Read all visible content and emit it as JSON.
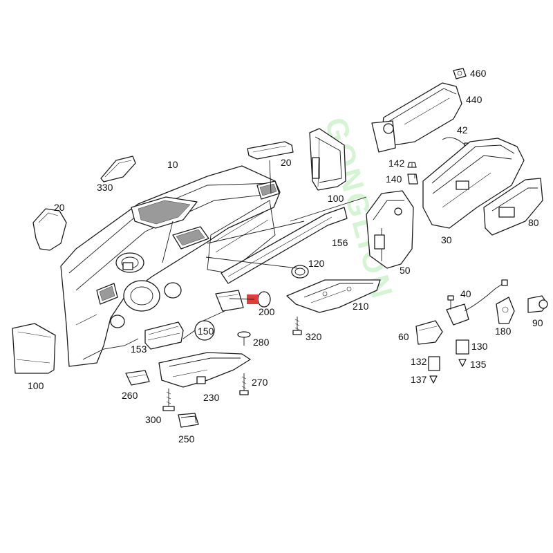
{
  "watermark": "GONGLION",
  "highlight_color": "#e43b3b",
  "callouts": {
    "p460": "460",
    "p440": "440",
    "p42": "42",
    "p142": "142",
    "p140": "140",
    "p80": "80",
    "p30": "30",
    "p50": "50",
    "p100_top": "100",
    "p20_top": "20",
    "p10": "10",
    "p330": "330",
    "p20_left": "20",
    "p156": "156",
    "p120": "120",
    "p200": "200",
    "p210": "210",
    "p320": "320",
    "p150": "150",
    "p153": "153",
    "p280": "280",
    "p270": "270",
    "p260": "260",
    "p230": "230",
    "p300": "300",
    "p250": "250",
    "p100_left": "100",
    "p40": "40",
    "p90": "90",
    "p180": "180",
    "p60": "60",
    "p130": "130",
    "p132": "132",
    "p135": "135",
    "p137": "137"
  }
}
